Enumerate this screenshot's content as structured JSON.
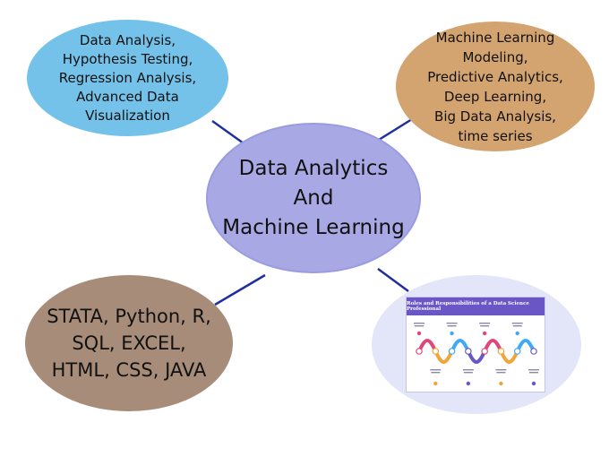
{
  "center": {
    "lines": [
      "Data Analytics",
      "And",
      "Machine Learning"
    ]
  },
  "top_left": {
    "lines": [
      "Data Analysis,",
      "Hypothesis Testing,",
      "Regression Analysis,",
      "Advanced Data",
      "Visualization"
    ]
  },
  "top_right": {
    "lines": [
      "Machine Learning",
      "Modeling,",
      "Predictive Analytics,",
      "Deep Learning,",
      "Big Data Analysis,",
      "time series"
    ]
  },
  "bottom_left": {
    "lines": [
      "STATA, Python, R,",
      "SQL, EXCEL,",
      "HTML, CSS, JAVA"
    ]
  },
  "infographic": {
    "title": "Roles and Responsibilities of a Data Science Professional",
    "step_colors": [
      "#e0457b",
      "#f0a53a",
      "#3fa9f5",
      "#6b56c6",
      "#e0457b",
      "#f0a53a",
      "#3fa9f5",
      "#6b56c6"
    ]
  },
  "colors": {
    "center": "#a8a9e4",
    "top_left": "#74c2ea",
    "top_right": "#d3a470",
    "bottom_left": "#a78d79",
    "bottom_right": "#e3e5f8",
    "connector": "#1f2f9f"
  }
}
